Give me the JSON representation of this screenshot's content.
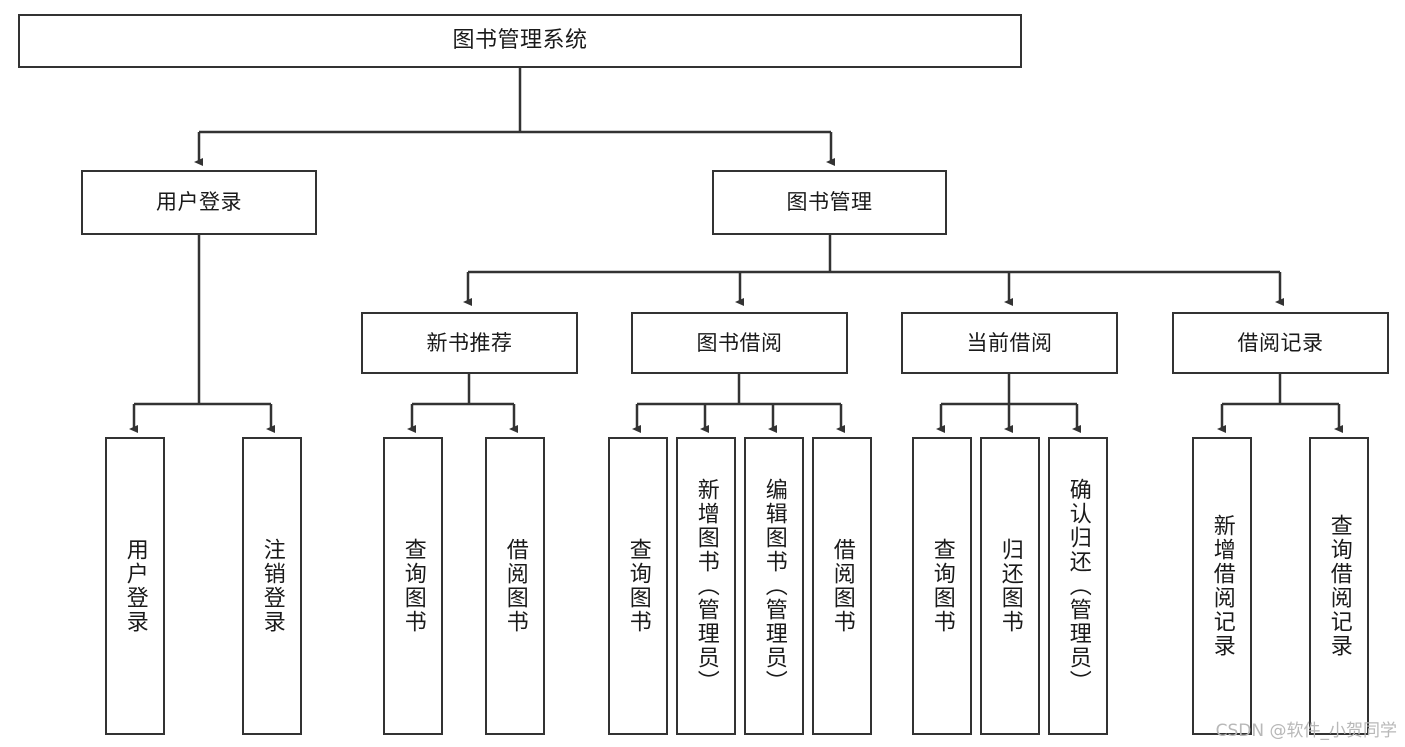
{
  "diagram": {
    "title": "图书管理系统",
    "type": "tree-hierarchy-diagram",
    "colors": {
      "box_border": "#333333",
      "box_fill": "#ffffff",
      "edge": "#333333",
      "text": "#1a1a1a",
      "watermark": "#b8b8b8",
      "background": "#ffffff"
    },
    "root": {
      "label": "图书管理系统"
    },
    "level2": [
      {
        "label": "用户登录"
      },
      {
        "label": "图书管理"
      }
    ],
    "level3": [
      {
        "label": "新书推荐"
      },
      {
        "label": "图书借阅"
      },
      {
        "label": "当前借阅"
      },
      {
        "label": "借阅记录"
      }
    ],
    "leaves": {
      "user_login": [
        {
          "label": "用户登录"
        },
        {
          "label": "注销登录"
        }
      ],
      "new_book_recommend": [
        {
          "label": "查询图书"
        },
        {
          "label": "借阅图书"
        }
      ],
      "book_borrow": [
        {
          "label": "查询图书"
        },
        {
          "label": "新增图书（管理员）"
        },
        {
          "label": "编辑图书（管理员）"
        },
        {
          "label": "借阅图书"
        }
      ],
      "current_borrow": [
        {
          "label": "查询图书"
        },
        {
          "label": "归还图书"
        },
        {
          "label": "确认归还（管理员）"
        }
      ],
      "borrow_records": [
        {
          "label": "新增借阅记录"
        },
        {
          "label": "查询借阅记录"
        }
      ]
    }
  },
  "watermark": {
    "text": "CSDN @软件_小贺同学"
  }
}
